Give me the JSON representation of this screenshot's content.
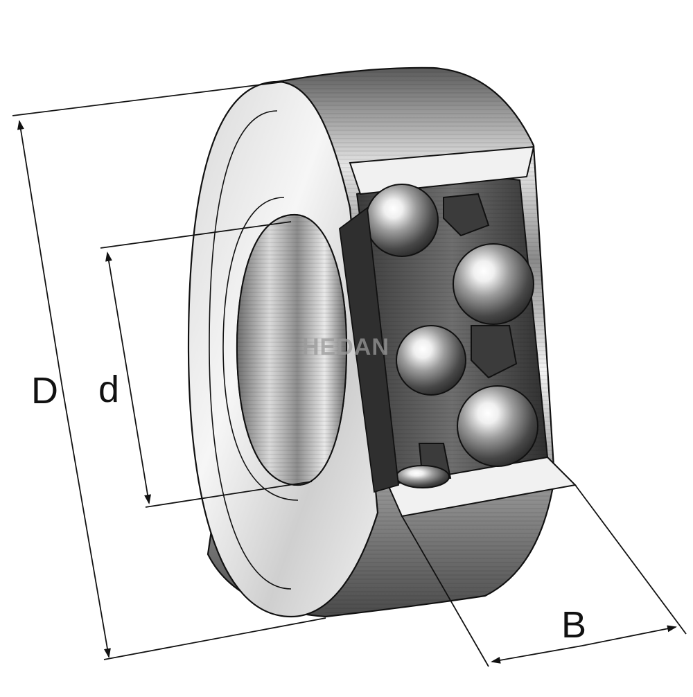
{
  "diagram": {
    "labels": {
      "outer_diameter": "D",
      "bore_diameter": "d",
      "width": "B"
    },
    "watermark": "HEDAN",
    "colors": {
      "line": "#111111",
      "metal_light": "#f2f2f2",
      "metal_mid": "#bdbdbd",
      "metal_dark": "#4a4a4a",
      "watermark": "#9a9a9a"
    },
    "icons": {
      "dimension_arrow": "dimension-arrow-icon"
    }
  }
}
